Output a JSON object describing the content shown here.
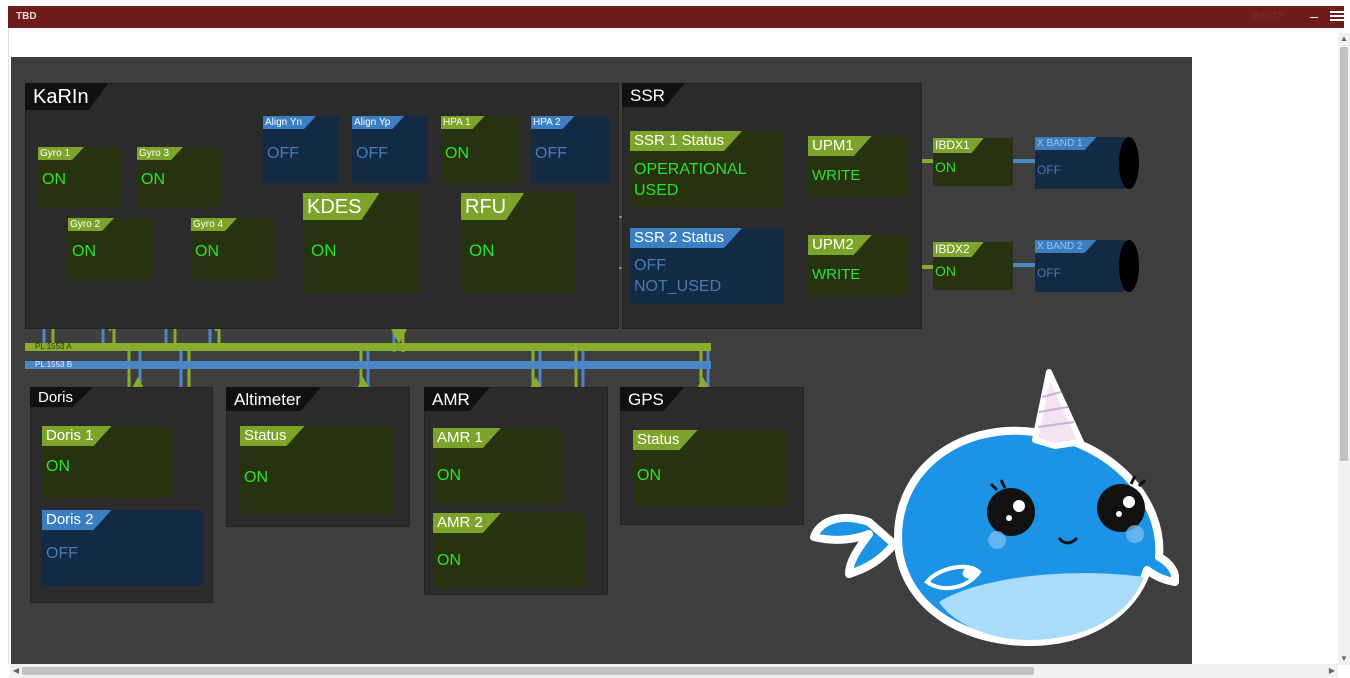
{
  "window": {
    "title": "TBD",
    "header_right": "WRITE"
  },
  "groups": {
    "karin": "KaRIn",
    "ssr": "SSR",
    "doris": "Doris",
    "altimeter": "Altimeter",
    "amr": "AMR",
    "gps": "GPS"
  },
  "karin": {
    "gyro1": {
      "title": "Gyro 1",
      "value": "ON"
    },
    "gyro2": {
      "title": "Gyro 2",
      "value": "ON"
    },
    "gyro3": {
      "title": "Gyro 3",
      "value": "ON"
    },
    "gyro4": {
      "title": "Gyro 4",
      "value": "ON"
    },
    "align_yn": {
      "title": "Align Yn",
      "value": "OFF"
    },
    "align_yp": {
      "title": "Align Yp",
      "value": "OFF"
    },
    "hpa1": {
      "title": "HPA 1",
      "value": "ON"
    },
    "hpa2": {
      "title": "HPA 2",
      "value": "OFF"
    },
    "kdes": {
      "title": "KDES",
      "value": "ON"
    },
    "rfu": {
      "title": "RFU",
      "value": "ON"
    }
  },
  "ssr": {
    "ssr1": {
      "title": "SSR 1 Status",
      "line1": "OPERATIONAL",
      "line2": "USED"
    },
    "ssr2": {
      "title": "SSR 2 Status",
      "line1": "OFF",
      "line2": "NOT_USED"
    },
    "upm1": {
      "title": "UPM1",
      "value": "WRITE"
    },
    "upm2": {
      "title": "UPM2",
      "value": "WRITE"
    },
    "ibdx1": {
      "title": "IBDX1",
      "value": "ON"
    },
    "ibdx2": {
      "title": "IBDX2",
      "value": "ON"
    },
    "xband1": {
      "title": "X BAND 1",
      "value": "OFF"
    },
    "xband2": {
      "title": "X BAND 2",
      "value": "OFF"
    }
  },
  "buses": {
    "a": "PL 1553 A",
    "b": "PL 1553 B"
  },
  "doris": {
    "doris1": {
      "title": "Doris 1",
      "value": "ON"
    },
    "doris2": {
      "title": "Doris 2",
      "value": "OFF"
    }
  },
  "altimeter": {
    "status": {
      "title": "Status",
      "value": "ON"
    }
  },
  "amr": {
    "amr1": {
      "title": "AMR 1",
      "value": "ON"
    },
    "amr2": {
      "title": "AMR 2",
      "value": "ON"
    }
  },
  "gps": {
    "status": {
      "title": "Status",
      "value": "ON"
    }
  },
  "colors": {
    "titlebar": "#6d1b1b",
    "canvas": "#3e3e3e",
    "on_green": "#2fe02f",
    "header_green": "#7ca42a",
    "header_blue": "#3b7ec2",
    "bus_a": "#86ad2e",
    "bus_b": "#4b87c7",
    "narwhal": "#1d93e6"
  },
  "icons": {
    "mascot": "narwhal-icon"
  }
}
